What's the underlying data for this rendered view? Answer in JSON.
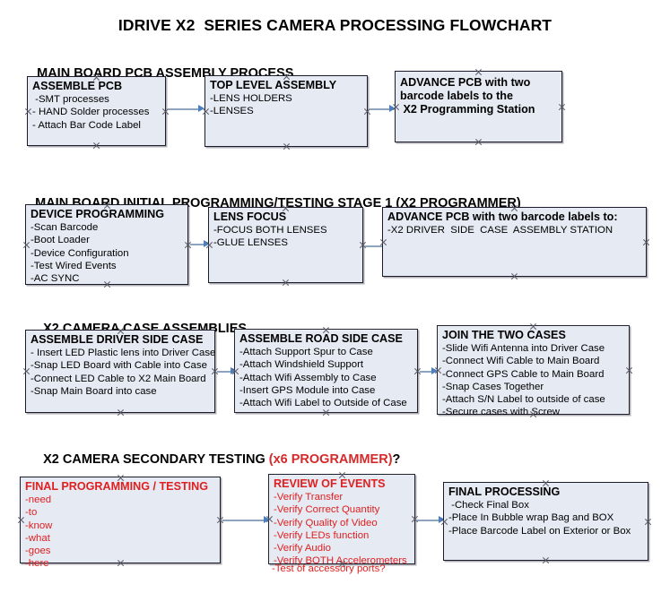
{
  "title": "IDRIVE X2  SERIES CAMERA PROCESSING FLOWCHART",
  "sections": [
    {
      "header": "MAIN BOARD PCB ASSEMBLY PROCESS",
      "header_accent": "",
      "header_tail": "",
      "boxes": [
        {
          "title": "ASSEMBLE PCB",
          "lines": [
            " -SMT processes",
            "- HAND Solder processes",
            "- Attach Bar Code Label"
          ]
        },
        {
          "title": "TOP LEVEL ASSEMBLY",
          "lines": [
            "-LENS HOLDERS",
            "-LENSES"
          ]
        },
        {
          "title": "ADVANCE PCB with two",
          "lines": [
            "barcode labels to the",
            " X2 Programming Station"
          ]
        }
      ]
    },
    {
      "header": "MAIN BOARD INITIAL PROGRAMMING/TESTING STAGE 1 (X2 PROGRAMMER)",
      "header_accent": "",
      "header_tail": "",
      "boxes": [
        {
          "title": "DEVICE PROGRAMMING",
          "lines": [
            "-Scan Barcode",
            "-Boot Loader",
            "-Device Configuration",
            "-Test Wired Events",
            "-AC SYNC"
          ]
        },
        {
          "title": "LENS FOCUS",
          "lines": [
            "-FOCUS BOTH LENSES",
            "-GLUE LENSES"
          ]
        },
        {
          "title": "ADVANCE PCB with two barcode labels to:",
          "lines": [
            "-X2 DRIVER  SIDE  CASE  ASSEMBLY STATION"
          ]
        }
      ]
    },
    {
      "header": "X2 CAMERA CASE ASSEMBLIES",
      "header_accent": "",
      "header_tail": "",
      "boxes": [
        {
          "title": "ASSEMBLE DRIVER SIDE CASE",
          "lines": [
            "- Insert LED Plastic lens into Driver Case",
            "-Snap LED Board with Cable into Case",
            "-Connect LED Cable to X2 Main Board",
            "-Snap Main Board into case"
          ]
        },
        {
          "title": "ASSEMBLE ROAD SIDE CASE",
          "lines": [
            "-Attach Support Spur to Case",
            "-Attach Windshield Support",
            "-Attach Wifi Assembly to Case",
            "-Insert GPS Module into Case",
            "-Attach Wifi Label to Outside of Case"
          ]
        },
        {
          "title": "JOIN THE TWO CASES",
          "lines": [
            "-Slide Wifi Antenna into Driver Case",
            "-Connect Wifi Cable to Main Board",
            "-Connect GPS Cable to Main Board",
            "-Snap Cases Together",
            "-Attach S/N Label to outside of case",
            "-Secure cases with Screw"
          ]
        }
      ]
    },
    {
      "header": "X2 CAMERA SECONDARY TESTING ",
      "header_accent": "(x6 PROGRAMMER)",
      "header_tail": "?",
      "boxes": [
        {
          "title": "FINAL PROGRAMMING / TESTING",
          "lines": [
            "-need",
            "-to",
            "-know",
            "-what",
            "-goes",
            "-here"
          ]
        },
        {
          "title": "REVIEW OF EVENTS",
          "lines": [
            "-Verify Transfer",
            "-Verify Correct Quantity",
            "-Verify Quality of Video",
            "-Verify LEDs function",
            "-Verify Audio",
            "-Verify BOTH Accelerometers"
          ],
          "overflow_line": "-Test of accessory ports?"
        },
        {
          "title": "FINAL PROCESSING",
          "lines": [
            " -Check Final Box",
            "-Place In Bubble wrap Bag and BOX",
            "-Place Barcode Label on Exterior or Box"
          ]
        }
      ]
    }
  ],
  "colors": {
    "box_fill": "#e5eaf3",
    "box_border": "#1b1b2b",
    "arrow": "#8ea3bd",
    "arrow_head": "#4a7fc1",
    "accent_red": "#e02020",
    "text": "#000000"
  }
}
